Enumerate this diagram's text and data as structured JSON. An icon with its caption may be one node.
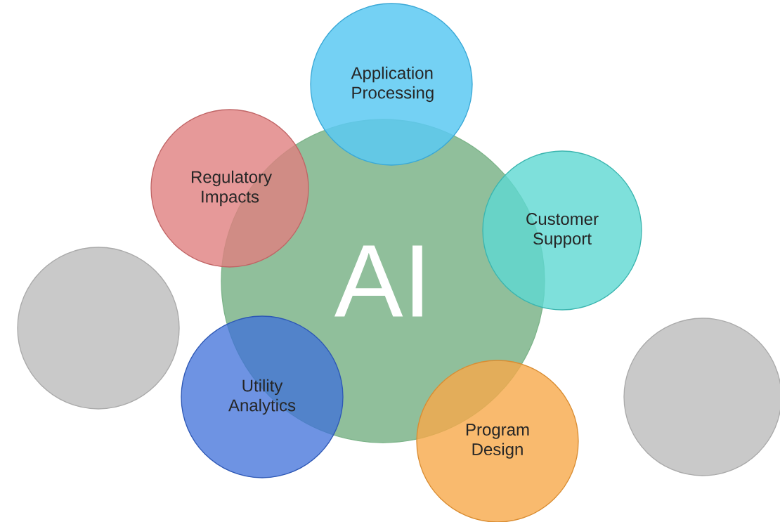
{
  "diagram": {
    "nodes": [
      {
        "text": [
          "Application Processing"
        ]
      },
      {
        "text": [
          "Regulatory Impacts"
        ]
      },
      {
        "text": [
          "Customer Support"
        ]
      },
      {
        "text": [
          "AI"
        ]
      },
      {
        "text": [],
        "shape": "circle"
      },
      {
        "text": [
          "Utility Analytics"
        ]
      },
      {
        "text": [
          "Program Design"
        ]
      },
      {
        "text": [],
        "shape": "circle"
      }
    ]
  }
}
